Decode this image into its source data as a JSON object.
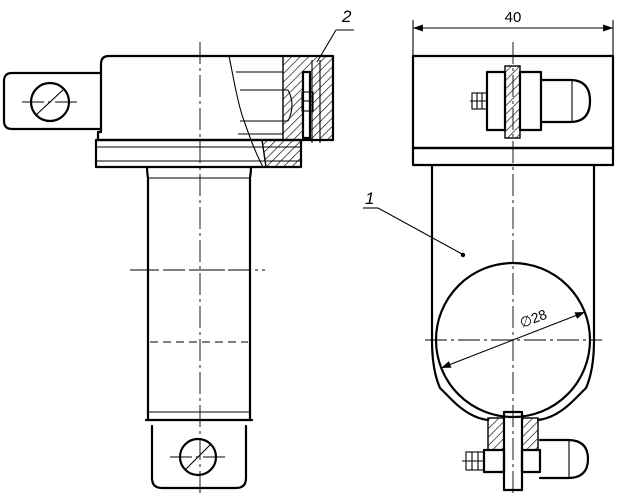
{
  "callouts": {
    "part_1": "1",
    "part_2": "2"
  },
  "dimensions": {
    "overall_width": "40",
    "ring_diameter": "∅28"
  }
}
